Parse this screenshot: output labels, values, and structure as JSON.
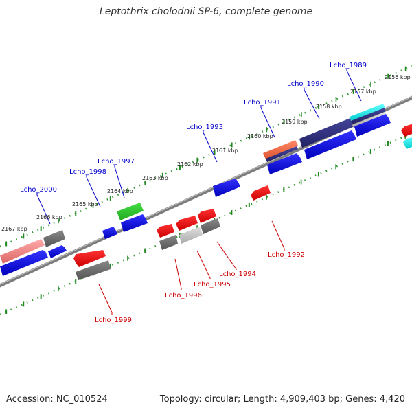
{
  "header": {
    "title": "Leptothrix cholodnii SP-6, complete genome"
  },
  "footer": {
    "accession": "Accession: NC_010524",
    "topology": "Topology: circular; Length: 4,909,403 bp; Genes: 4,420"
  },
  "colors": {
    "forward_label": "#0000cc",
    "reverse_label": "#cc0000",
    "ruler_ticks": "#228822",
    "backbone": "#808080"
  },
  "kbp_labels": [
    {
      "id": "kbp-2156",
      "text": "2156 kbp"
    },
    {
      "id": "kbp-2157",
      "text": "2157 kbp"
    },
    {
      "id": "kbp-2158",
      "text": "2158 kbp"
    },
    {
      "id": "kbp-2159",
      "text": "2159 kbp"
    },
    {
      "id": "kbp-2160",
      "text": "2160 kbp"
    },
    {
      "id": "kbp-2161",
      "text": "2161 kbp"
    },
    {
      "id": "kbp-2162",
      "text": "2162 kbp"
    },
    {
      "id": "kbp-2163",
      "text": "2163 kbp"
    },
    {
      "id": "kbp-2164",
      "text": "2164 kbp"
    },
    {
      "id": "kbp-2165",
      "text": "2165 kbp"
    },
    {
      "id": "kbp-2166",
      "text": "2166 kbp"
    },
    {
      "id": "kbp-2167",
      "text": "2167 kbp"
    }
  ],
  "gene_labels_forward": [
    {
      "id": "gene-lcho-1989",
      "text": "Lcho_1989"
    },
    {
      "id": "gene-lcho-1990",
      "text": "Lcho_1990"
    },
    {
      "id": "gene-lcho-1991",
      "text": "Lcho_1991"
    },
    {
      "id": "gene-lcho-1993",
      "text": "Lcho_1993"
    },
    {
      "id": "gene-lcho-1997",
      "text": "Lcho_1997"
    },
    {
      "id": "gene-lcho-1998",
      "text": "Lcho_1998"
    },
    {
      "id": "gene-lcho-2000",
      "text": "Lcho_2000"
    }
  ],
  "gene_labels_reverse": [
    {
      "id": "gene-lcho-1992",
      "text": "Lcho_1992"
    },
    {
      "id": "gene-lcho-1994",
      "text": "Lcho_1994"
    },
    {
      "id": "gene-lcho-1995",
      "text": "Lcho_1995"
    },
    {
      "id": "gene-lcho-1996",
      "text": "Lcho_1996"
    },
    {
      "id": "gene-lcho-1999",
      "text": "Lcho_1999"
    }
  ]
}
